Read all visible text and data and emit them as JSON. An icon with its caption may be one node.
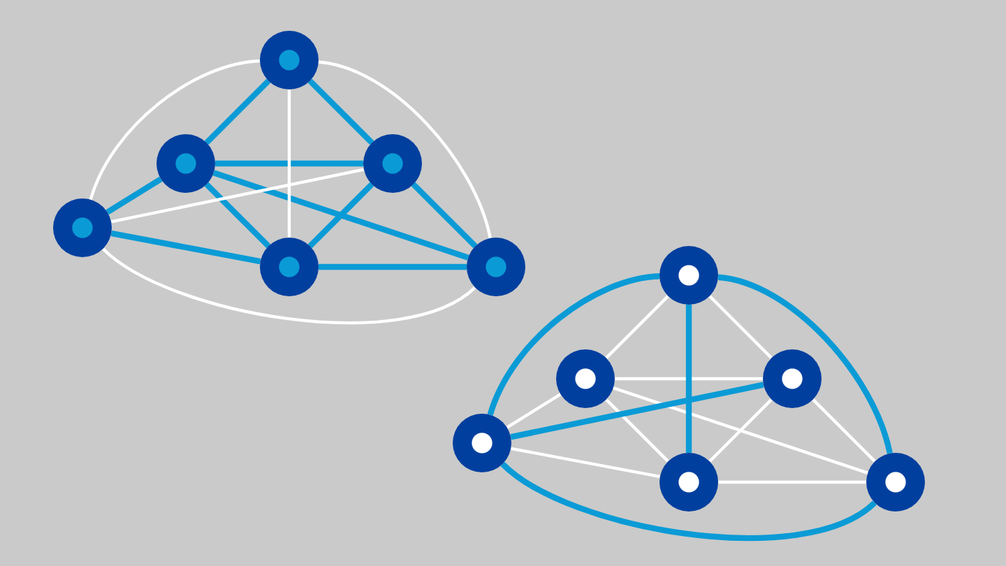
{
  "diagram": {
    "nodes": [
      {
        "text": [],
        "shape": "circle"
      },
      {
        "text": [],
        "shape": "circle"
      },
      {
        "text": [],
        "shape": "circle"
      },
      {
        "text": [],
        "shape": "circle"
      },
      {
        "text": [],
        "shape": "circle"
      },
      {
        "text": [],
        "shape": "circle"
      },
      {
        "text": [],
        "shape": "circle"
      },
      {
        "text": [],
        "shape": "circle"
      },
      {
        "text": [],
        "shape": "circle"
      },
      {
        "text": [],
        "shape": "circle"
      },
      {
        "text": [],
        "shape": "circle"
      },
      {
        "text": [],
        "shape": "circle"
      }
    ],
    "edges": [
      {
        "from": 0,
        "to": 1,
        "arrow": "none",
        "style": "thick",
        "color": "#0a9bd6"
      },
      {
        "from": 0,
        "to": 2,
        "arrow": "none",
        "style": "thick",
        "color": "#0a9bd6"
      },
      {
        "from": 1,
        "to": 2,
        "arrow": "none",
        "style": "thick",
        "color": "#0a9bd6"
      },
      {
        "from": 1,
        "to": 3,
        "arrow": "none",
        "style": "thick",
        "color": "#0a9bd6"
      },
      {
        "from": 1,
        "to": 4,
        "arrow": "none",
        "style": "thick",
        "color": "#0a9bd6"
      },
      {
        "from": 1,
        "to": 5,
        "arrow": "none",
        "style": "thick",
        "color": "#0a9bd6"
      },
      {
        "from": 2,
        "to": 4,
        "arrow": "none",
        "style": "thick",
        "color": "#0a9bd6"
      },
      {
        "from": 2,
        "to": 5,
        "arrow": "none",
        "style": "thick",
        "color": "#0a9bd6"
      },
      {
        "from": 3,
        "to": 4,
        "arrow": "none",
        "style": "thick",
        "color": "#0a9bd6"
      },
      {
        "from": 4,
        "to": 5,
        "arrow": "none",
        "style": "thick",
        "color": "#0a9bd6"
      },
      {
        "from": 0,
        "to": 4,
        "arrow": "none",
        "color": "#ffffff"
      },
      {
        "from": 3,
        "to": 2,
        "arrow": "none",
        "color": "#ffffff"
      },
      {
        "from": 3,
        "to": 0,
        "arrow": "none",
        "color": "#ffffff"
      },
      {
        "from": 0,
        "to": 5,
        "arrow": "none",
        "color": "#ffffff"
      },
      {
        "from": 3,
        "to": 5,
        "arrow": "none",
        "color": "#ffffff"
      },
      {
        "from": 6,
        "to": 7,
        "arrow": "none",
        "color": "#ffffff"
      },
      {
        "from": 6,
        "to": 8,
        "arrow": "none",
        "color": "#ffffff"
      },
      {
        "from": 7,
        "to": 8,
        "arrow": "none",
        "color": "#ffffff"
      },
      {
        "from": 7,
        "to": 9,
        "arrow": "none",
        "color": "#ffffff"
      },
      {
        "from": 7,
        "to": 10,
        "arrow": "none",
        "color": "#ffffff"
      },
      {
        "from": 7,
        "to": 11,
        "arrow": "none",
        "color": "#ffffff"
      },
      {
        "from": 8,
        "to": 10,
        "arrow": "none",
        "color": "#ffffff"
      },
      {
        "from": 8,
        "to": 11,
        "arrow": "none",
        "color": "#ffffff"
      },
      {
        "from": 9,
        "to": 10,
        "arrow": "none",
        "color": "#ffffff"
      },
      {
        "from": 10,
        "to": 11,
        "arrow": "none",
        "color": "#ffffff"
      },
      {
        "from": 6,
        "to": 10,
        "arrow": "none",
        "style": "thick",
        "color": "#0a9bd6"
      },
      {
        "from": 9,
        "to": 8,
        "arrow": "none",
        "style": "thick",
        "color": "#0a9bd6"
      },
      {
        "from": 9,
        "to": 6,
        "arrow": "none",
        "style": "thick",
        "color": "#0a9bd6"
      },
      {
        "from": 6,
        "to": 11,
        "arrow": "none",
        "style": "thick",
        "color": "#0a9bd6"
      },
      {
        "from": 9,
        "to": 11,
        "arrow": "none",
        "style": "thick",
        "color": "#0a9bd6"
      }
    ]
  }
}
